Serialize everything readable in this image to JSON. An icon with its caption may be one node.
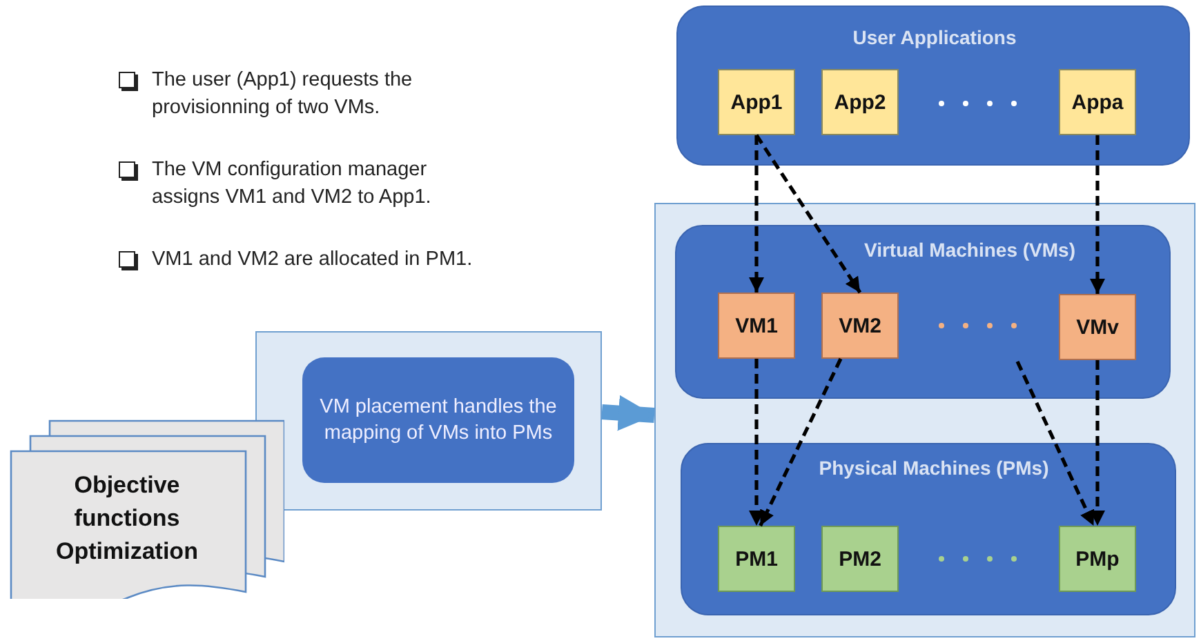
{
  "diagram": {
    "nodes": [
      {
        "text": [
          "User Applications"
        ]
      },
      {
        "text": [
          "App1"
        ],
        "in": 0
      },
      {
        "text": [
          "App2"
        ],
        "in": 0
      },
      {
        "text": [
          "Appa"
        ],
        "in": 0
      },
      {
        "text": [],
        "shape": "box"
      },
      {
        "text": [
          "Virtual Machines (VMs)"
        ],
        "in": 4
      },
      {
        "text": [
          "VM1"
        ],
        "in": 5
      },
      {
        "text": [
          "VM2"
        ],
        "in": 5
      },
      {
        "text": [
          "VMv"
        ],
        "in": 5
      },
      {
        "text": [
          "Physical Machines (PMs)"
        ],
        "in": 4
      },
      {
        "text": [
          "PM1"
        ],
        "in": 9
      },
      {
        "text": [
          "PM2"
        ],
        "in": 9
      },
      {
        "text": [
          "PMp"
        ],
        "in": 9
      },
      {
        "text": [],
        "shape": "box"
      },
      {
        "text": [
          "VM placement handles the mapping of VMs into PMs"
        ],
        "in": 13
      },
      {
        "text": [
          "Objective functions Optimization"
        ]
      }
    ],
    "edges": [
      {
        "from": 1,
        "to": 6,
        "arrow": "to",
        "style": "dashed"
      },
      {
        "from": 1,
        "to": 7,
        "arrow": "to",
        "style": "dashed"
      },
      {
        "from": 3,
        "to": 8,
        "arrow": "to",
        "style": "dashed"
      },
      {
        "from": 6,
        "to": 10,
        "arrow": "to",
        "style": "dashed"
      },
      {
        "from": 7,
        "to": 10,
        "arrow": "to",
        "style": "dashed"
      },
      {
        "from": null,
        "to": 12,
        "arrow": "to",
        "style": "dashed"
      },
      {
        "from": 8,
        "to": 12,
        "arrow": "to",
        "style": "dashed"
      },
      {
        "from": 13,
        "to": 4,
        "arrow": "to",
        "style": "thick",
        "color": "#5b9bd5"
      }
    ],
    "labels": [
      "The user (App1) requests the provisionning of two VMs.",
      "The VM configuration manager assigns VM1 and VM2 to App1.",
      "VM1 and VM2 are allocated in PM1."
    ]
  }
}
